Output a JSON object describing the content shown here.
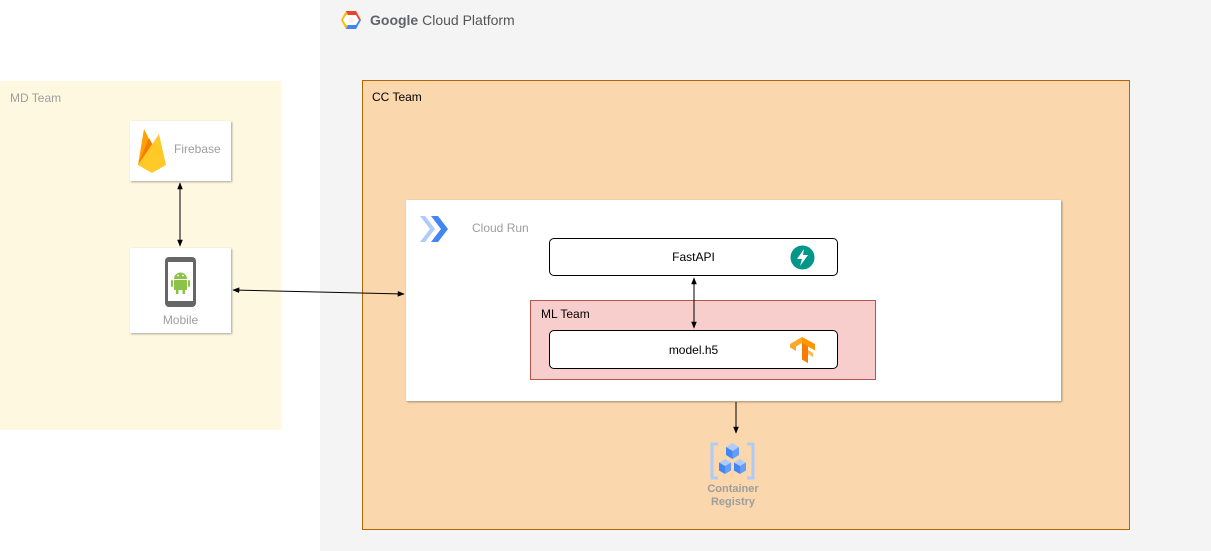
{
  "gcp": {
    "brand": "Google",
    "product": "Cloud Platform"
  },
  "md_team": {
    "label": "MD Team"
  },
  "firebase": {
    "label": "Firebase"
  },
  "mobile": {
    "label": "Mobile"
  },
  "cc_team": {
    "label": "CC Team"
  },
  "cloud_run": {
    "label": "Cloud Run"
  },
  "fastapi": {
    "label": "FastAPI"
  },
  "ml_team": {
    "label": "ML Team"
  },
  "model": {
    "label": "model.h5"
  },
  "registry": {
    "line1": "Container",
    "line2": "Registry"
  },
  "colors": {
    "md_team_fill": "#fff8e1",
    "cc_team_fill": "#fad7ac",
    "cc_team_border": "#b46504",
    "ml_team_fill": "#f8cecc",
    "ml_team_border": "#b85450",
    "gcp_background": "#f4f4f4",
    "fastapi_icon": "#009688",
    "tensorflow_icon": "#ff9800",
    "android_icon": "#8bc34a",
    "google_blue": "#4285f4"
  },
  "icons": [
    "google-cloud-icon",
    "firebase-icon",
    "android-phone-icon",
    "cloud-run-icon",
    "fastapi-icon",
    "tensorflow-icon",
    "container-registry-icon"
  ]
}
